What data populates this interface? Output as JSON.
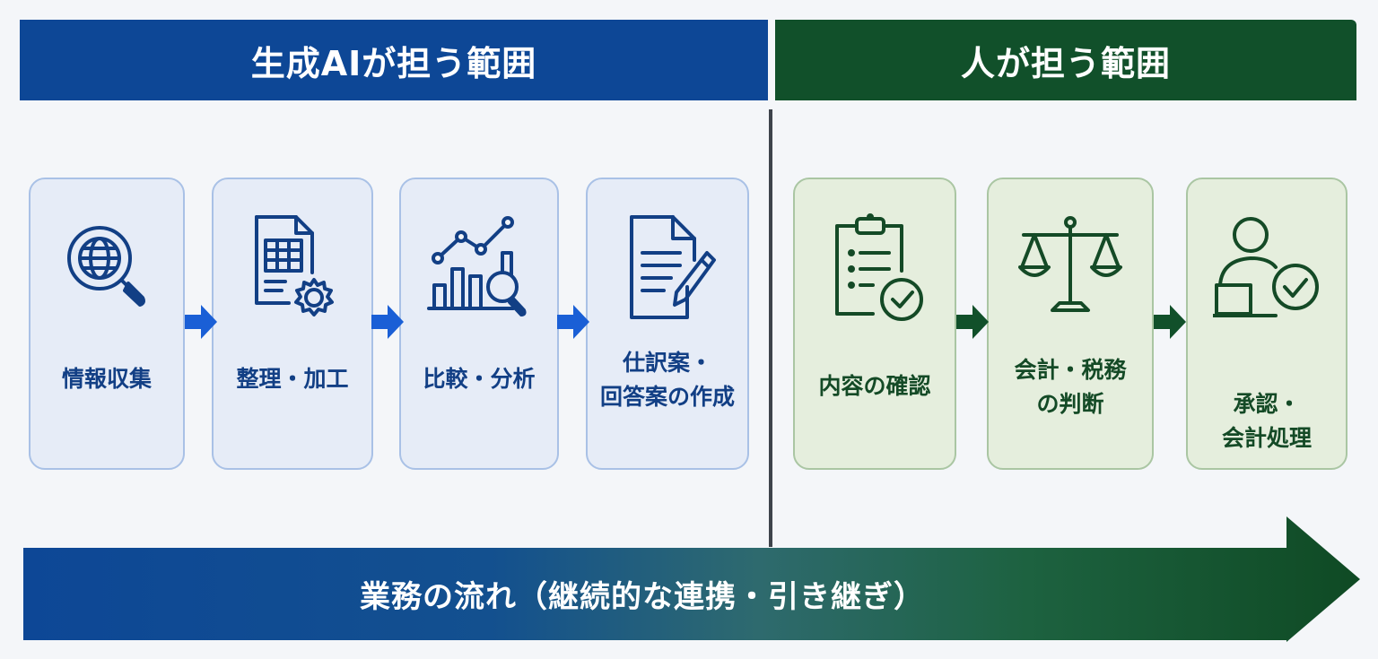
{
  "headers": {
    "ai": "生成AIが担う範囲",
    "human": "人が担う範囲"
  },
  "ai_steps": [
    {
      "label_lines": [
        "情報収集"
      ],
      "icon": "globe-search-icon"
    },
    {
      "label_lines": [
        "整理・加工"
      ],
      "icon": "spreadsheet-gear-icon"
    },
    {
      "label_lines": [
        "比較・分析"
      ],
      "icon": "chart-analysis-icon"
    },
    {
      "label_lines": [
        "仕訳案・",
        "回答案の作成"
      ],
      "icon": "document-pen-icon"
    }
  ],
  "human_steps": [
    {
      "label_lines": [
        "内容の確認"
      ],
      "icon": "clipboard-check-icon"
    },
    {
      "label_lines": [
        "会計・税務",
        "の判断"
      ],
      "icon": "balance-scale-icon"
    },
    {
      "label_lines": [
        "承認・",
        "会計処理"
      ],
      "icon": "person-approval-icon"
    }
  ],
  "flow_label": "業務の流れ（継続的な連携・引き継ぎ）",
  "colors": {
    "ai_primary": "#0d4796",
    "human_primary": "#11502a",
    "ai_card_bg": "#e6ecf7",
    "human_card_bg": "#e5eedd",
    "ai_arrow": "#1a5fd6",
    "human_arrow": "#11502a"
  }
}
